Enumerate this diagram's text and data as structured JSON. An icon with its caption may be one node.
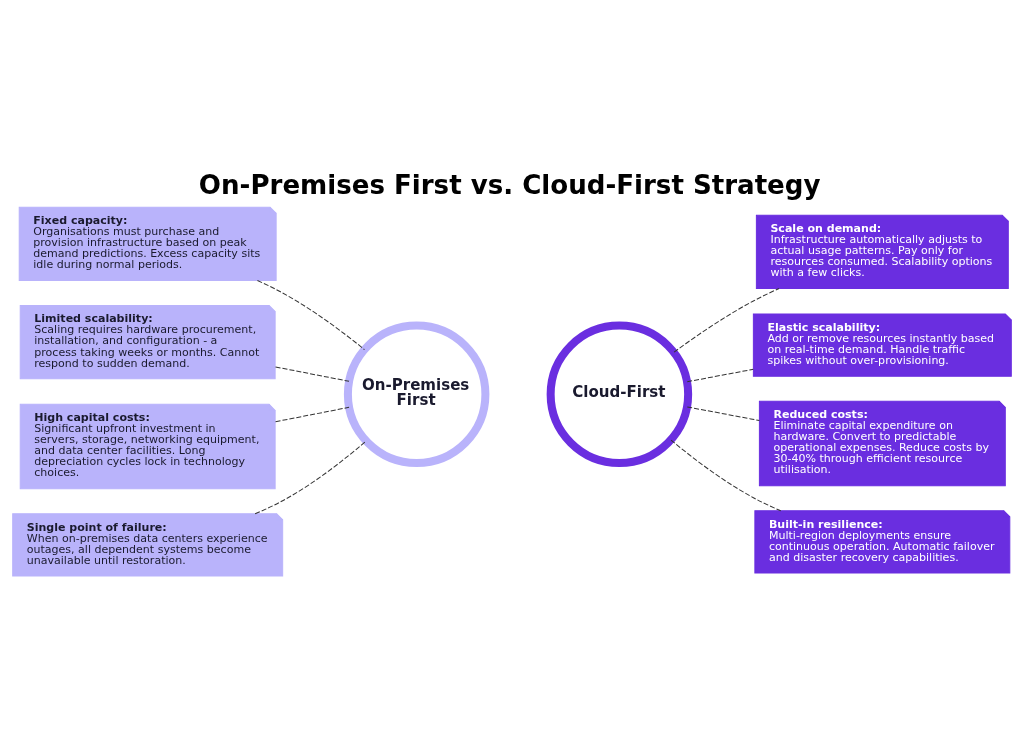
{
  "diagram": {
    "title": "On-Premises First vs. Cloud-First Strategy",
    "nodes": [
      {
        "text": [
          "Fixed capacity:",
          "Organisations must purchase and provision infrastructure based on peak demand predictions. Excess capacity sits idle during normal periods."
        ]
      },
      {
        "text": [
          "Scale on demand:",
          "Infrastructure automatically adjusts to actual usage patterns. Pay only for resources consumed. Scalability options with a few clicks."
        ]
      },
      {
        "text": [
          "Limited scalability:",
          "Scaling requires hardware procurement, installation, and configuration - a process taking weeks or months. Cannot respond to sudden demand."
        ]
      },
      {
        "text": [
          "Elastic scalability:",
          "Add or remove resources instantly based on real-time demand. Handle traffic spikes without over-provisioning."
        ]
      },
      {
        "text": [
          "On-Premises First"
        ]
      },
      {
        "text": [
          "Cloud-First"
        ]
      },
      {
        "text": [
          "High capital costs:",
          "Significant upfront investment in servers, storage, networking equipment, and data center facilities. Long depreciation cycles lock in technology choices."
        ]
      },
      {
        "text": [
          "Reduced costs:",
          "Eliminate capital expenditure on hardware. Convert to predictable operational expenses. Reduce costs by 30-40% through efficient resource utilisation."
        ]
      },
      {
        "text": [
          "Single point of failure:",
          "When on-premises data centers experience outages, all dependent systems become unavailable until restoration."
        ]
      },
      {
        "text": [
          "Built-in resilience:",
          "Multi-region deployments ensure continuous operation. Automatic failover and disaster recovery capabilities."
        ]
      }
    ],
    "edges": [
      {
        "from": 4,
        "to": 0,
        "arrow": "none",
        "style": "dashed"
      },
      {
        "from": 4,
        "to": 2,
        "arrow": "none",
        "style": "dashed"
      },
      {
        "from": 4,
        "to": 6,
        "arrow": "none",
        "style": "dashed"
      },
      {
        "from": 4,
        "to": 8,
        "arrow": "none",
        "style": "dashed"
      },
      {
        "from": 5,
        "to": 1,
        "arrow": "none",
        "style": "dashed"
      },
      {
        "from": 5,
        "to": 3,
        "arrow": "none",
        "style": "dashed"
      },
      {
        "from": 5,
        "to": 7,
        "arrow": "none",
        "style": "dashed"
      },
      {
        "from": 5,
        "to": 9,
        "arrow": "none",
        "style": "dashed"
      }
    ]
  }
}
